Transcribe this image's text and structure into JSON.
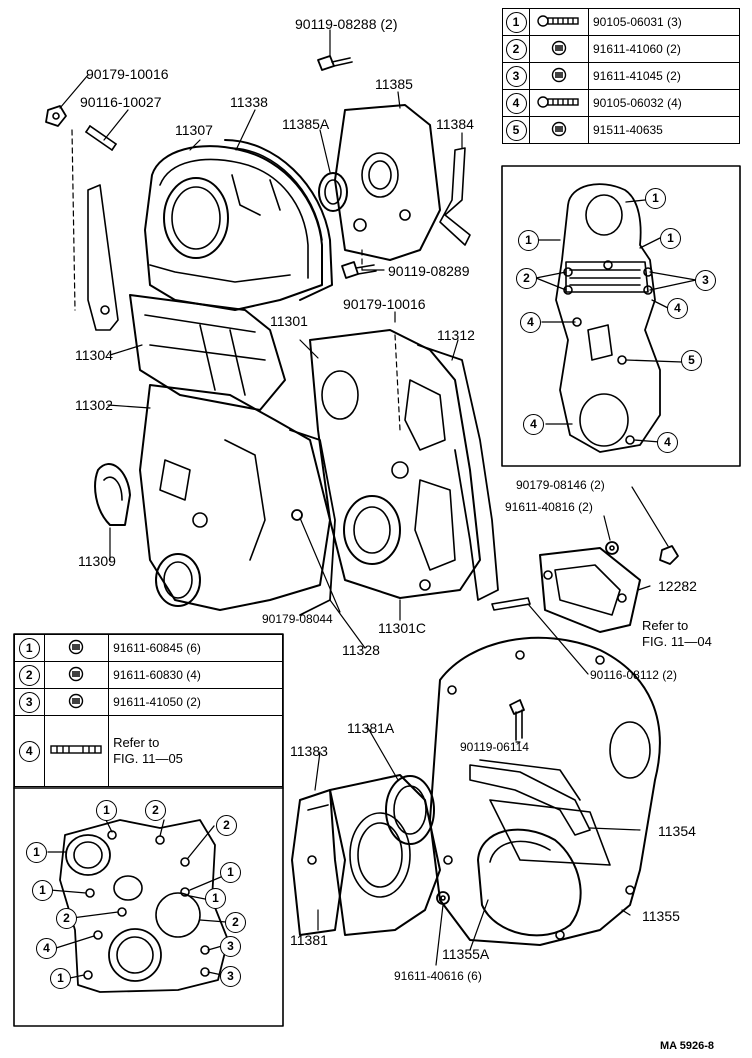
{
  "drawing_code": "MA 5926-8",
  "part_labels": {
    "p90119_08288": "90119-08288 (2)",
    "p90179_10016a": "90179-10016",
    "p90116_10027": "90116-10027",
    "p11338": "11338",
    "p11385": "11385",
    "p11307": "11307",
    "p11385A": "11385A",
    "p11384": "11384",
    "p90119_08289": "90119-08289",
    "p90179_10016b": "90179-10016",
    "p11301": "11301",
    "p11312": "11312",
    "p11304": "11304",
    "p11302": "11302",
    "p11309": "11309",
    "p90179_08146": "90179-08146 (2)",
    "p91611_40816": "91611-40816 (2)",
    "p12282": "12282",
    "p90179_08044": "90179-08044",
    "p11301C": "11301C",
    "p11328": "11328",
    "p90116_08112": "90116-08112 (2)",
    "p11381A": "11381A",
    "p11383": "11383",
    "p90119_06114": "90119-06114",
    "p11354": "11354",
    "p11355": "11355",
    "p11355A": "11355A",
    "p11381": "11381",
    "p91611_40616": "91611-40616 (6)"
  },
  "refer_12282": {
    "line1": "Refer to",
    "line2": "FIG. 11—04"
  },
  "upper_key": {
    "rows": [
      {
        "num": "1",
        "icon": "long-bolt-icon",
        "part": "90105-06031 (3)"
      },
      {
        "num": "2",
        "icon": "flange-bolt-icon",
        "part": "91611-41060 (2)"
      },
      {
        "num": "3",
        "icon": "flange-bolt-icon",
        "part": "91611-41045 (2)"
      },
      {
        "num": "4",
        "icon": "long-bolt-icon",
        "part": "90105-06032 (4)"
      },
      {
        "num": "5",
        "icon": "flange-bolt-icon",
        "part": "91511-40635"
      }
    ]
  },
  "lower_key": {
    "rows": [
      {
        "num": "1",
        "icon": "flange-bolt-icon",
        "part": "91611-60845 (6)"
      },
      {
        "num": "2",
        "icon": "flange-bolt-icon",
        "part": "91611-60830 (4)"
      },
      {
        "num": "3",
        "icon": "flange-bolt-icon",
        "part": "91611-41050 (2)"
      }
    ],
    "row4": {
      "num": "4",
      "icon": "stud-bolt-icon",
      "line1": "Refer to",
      "line2": "FIG. 11—05"
    }
  },
  "upper_callouts": [
    "1",
    "1",
    "1",
    "2",
    "3",
    "4",
    "4",
    "5",
    "4",
    "4"
  ],
  "lower_callouts": [
    "1",
    "2",
    "2",
    "1",
    "1",
    "1",
    "1",
    "2",
    "2",
    "4",
    "3",
    "1",
    "3"
  ]
}
